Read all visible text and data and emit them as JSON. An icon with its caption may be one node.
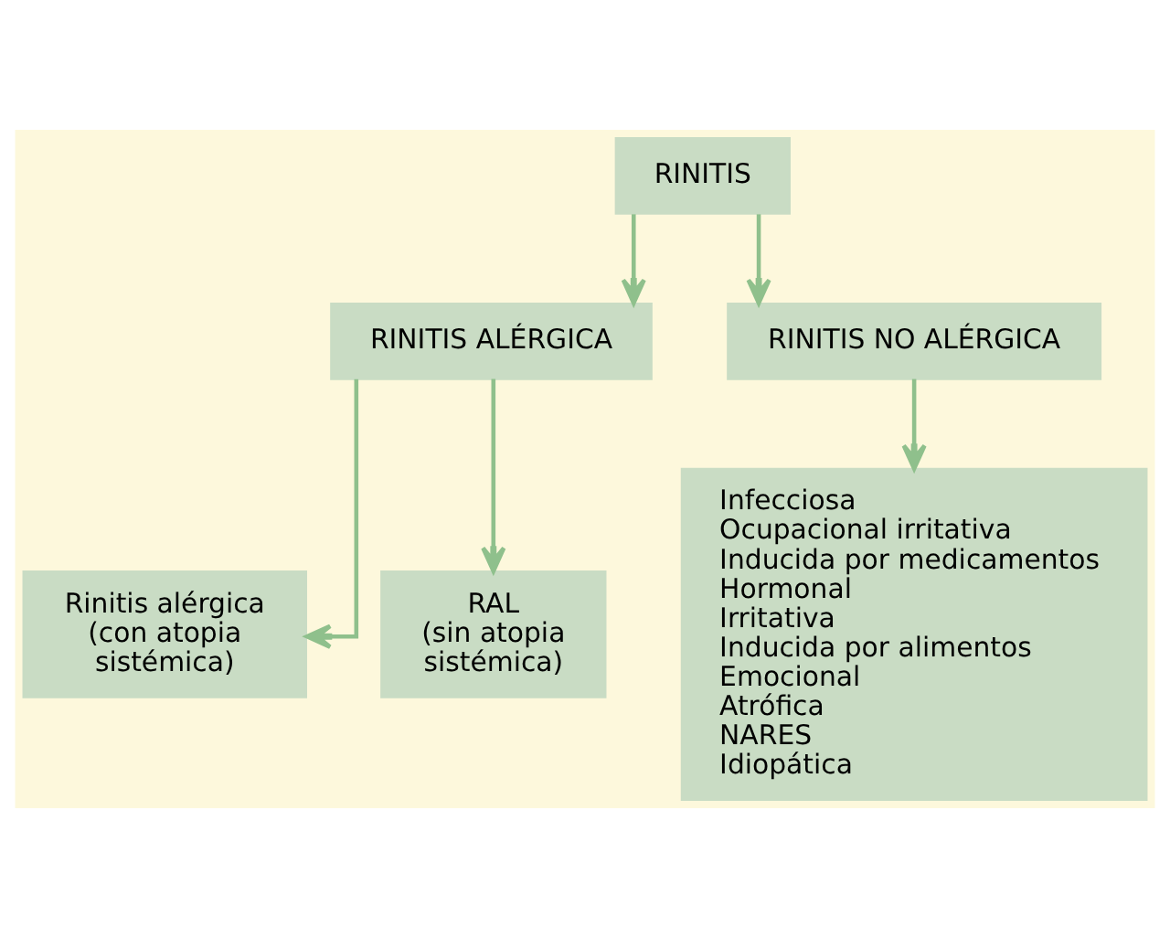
{
  "diagram": {
    "nodes": [
      {
        "text": [
          "RINITIS"
        ]
      },
      {
        "text": [
          "RINITIS ALÉRGICA"
        ]
      },
      {
        "text": [
          "RINITIS NO ALÉRGICA"
        ]
      },
      {
        "text": [
          "Rinitis alérgica (con atopia sistémica)"
        ]
      },
      {
        "text": [
          "RAL (sin atopia sistémica)"
        ]
      },
      {
        "text": [
          "Infecciosa",
          "Ocupacional irritativa",
          "Inducida por medicamentos",
          "Hormonal",
          "Irritativa",
          "Inducida por alimentos",
          "Emocional",
          "Atrófica",
          "NARES",
          "Idiopática"
        ]
      }
    ],
    "edges": [
      {
        "from": 0,
        "to": 1,
        "arrow": "to"
      },
      {
        "from": 0,
        "to": 2,
        "arrow": "to"
      },
      {
        "from": 1,
        "to": 3,
        "arrow": "to"
      },
      {
        "from": 1,
        "to": 4,
        "arrow": "to"
      },
      {
        "from": 2,
        "to": 5,
        "arrow": "to"
      }
    ]
  }
}
